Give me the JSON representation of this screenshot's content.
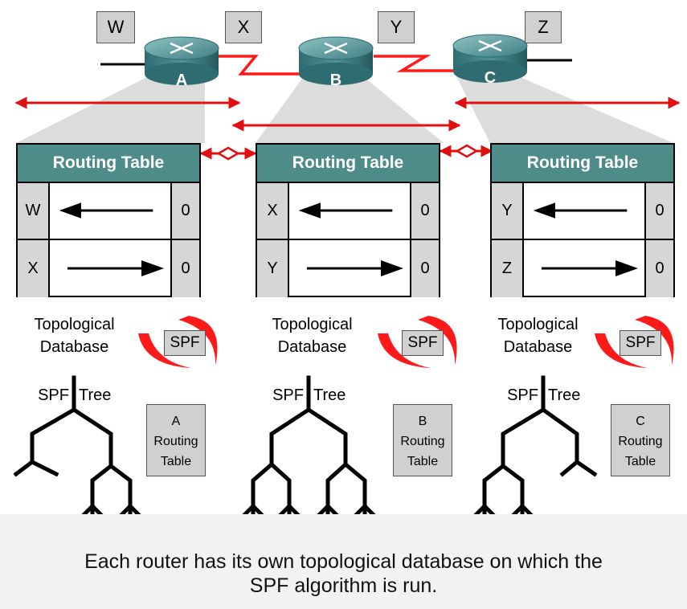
{
  "networks": [
    "W",
    "X",
    "Y",
    "Z"
  ],
  "routers": [
    "A",
    "B",
    "C"
  ],
  "tables": [
    {
      "header": "Routing Table",
      "rows": [
        {
          "dest": "W",
          "dir": "left",
          "cost": "0"
        },
        {
          "dest": "X",
          "dir": "right",
          "cost": "0"
        }
      ]
    },
    {
      "header": "Routing Table",
      "rows": [
        {
          "dest": "X",
          "dir": "left",
          "cost": "0"
        },
        {
          "dest": "Y",
          "dir": "right",
          "cost": "0"
        }
      ]
    },
    {
      "header": "Routing Table",
      "rows": [
        {
          "dest": "Y",
          "dir": "left",
          "cost": "0"
        },
        {
          "dest": "Z",
          "dir": "right",
          "cost": "0"
        }
      ]
    }
  ],
  "topo_label": {
    "line1": "Topological",
    "line2": "Database"
  },
  "spf_label": "SPF",
  "tree_label": {
    "left": "SPF",
    "right": "Tree"
  },
  "router_tables": [
    {
      "line1": "A",
      "line2": "Routing",
      "line3": "Table"
    },
    {
      "line1": "B",
      "line2": "Routing",
      "line3": "Table"
    },
    {
      "line1": "C",
      "line2": "Routing",
      "line3": "Table"
    }
  ],
  "caption": {
    "line1": "Each router has its own topological database on which the",
    "line2": "SPF algorithm is run."
  },
  "colors": {
    "link": "#ff1a1a",
    "router": "#3f8a8f",
    "table_header": "#4e8c8a",
    "box": "#d0d0d0",
    "beam": "#d9d9d9"
  }
}
